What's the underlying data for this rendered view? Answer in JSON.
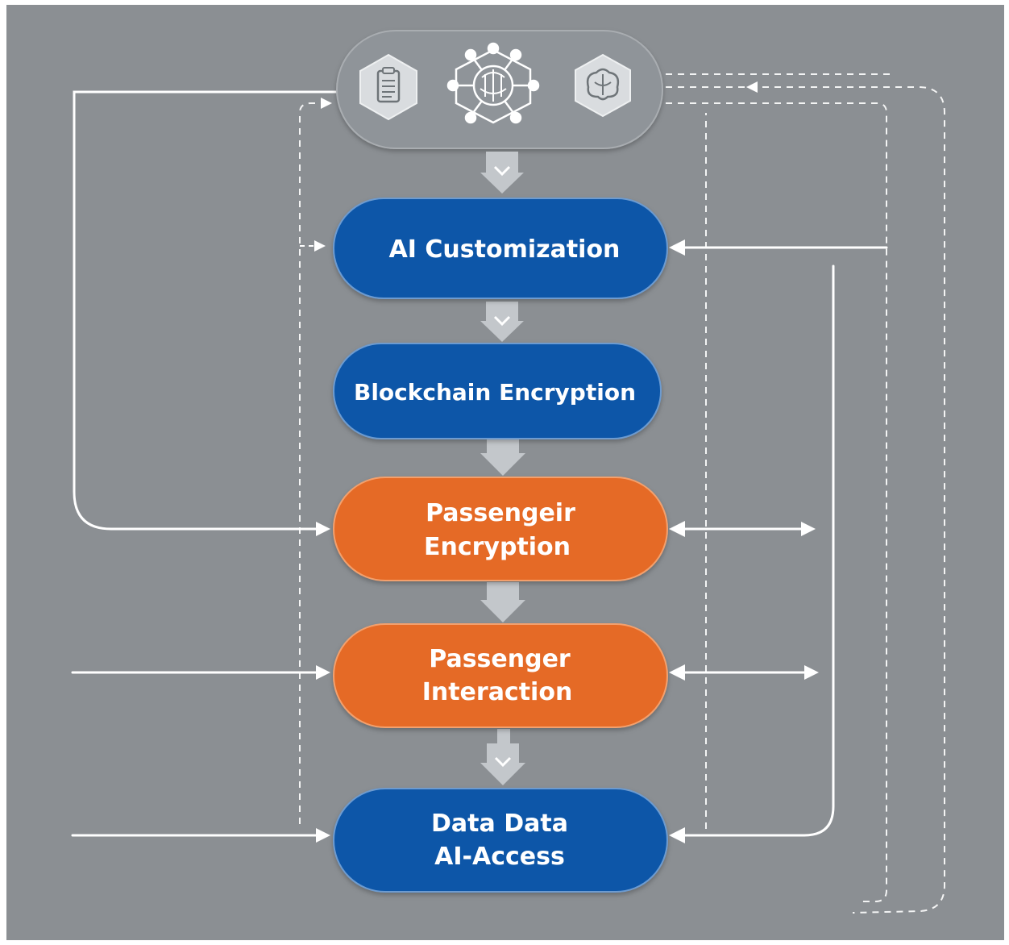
{
  "diagram": {
    "icons": [
      {
        "name": "document-icon"
      },
      {
        "name": "neural-network-icon"
      },
      {
        "name": "brain-icon"
      }
    ],
    "nodes": [
      {
        "id": "ai-customization",
        "lines": [
          "AI Customization"
        ],
        "color": "#0a56a8"
      },
      {
        "id": "blockchain-encryption",
        "lines": [
          "Blockchain Encryption"
        ],
        "color": "#0a56a8"
      },
      {
        "id": "passengeir-encryption",
        "lines": [
          "Passengeir",
          "Encryption"
        ],
        "color": "#e56a26"
      },
      {
        "id": "passenger-interaction",
        "lines": [
          "Passenger",
          "Interaction"
        ],
        "color": "#e56a26"
      },
      {
        "id": "data-ai-access",
        "lines": [
          "Data Data",
          "AI-Access"
        ],
        "color": "#0a56a8"
      }
    ],
    "colors": {
      "background": "#8b8f93",
      "blue": "#0a56a8",
      "orange": "#e56a26",
      "connector": "#ffffff",
      "down_arrow": "#c3c7cb"
    }
  }
}
